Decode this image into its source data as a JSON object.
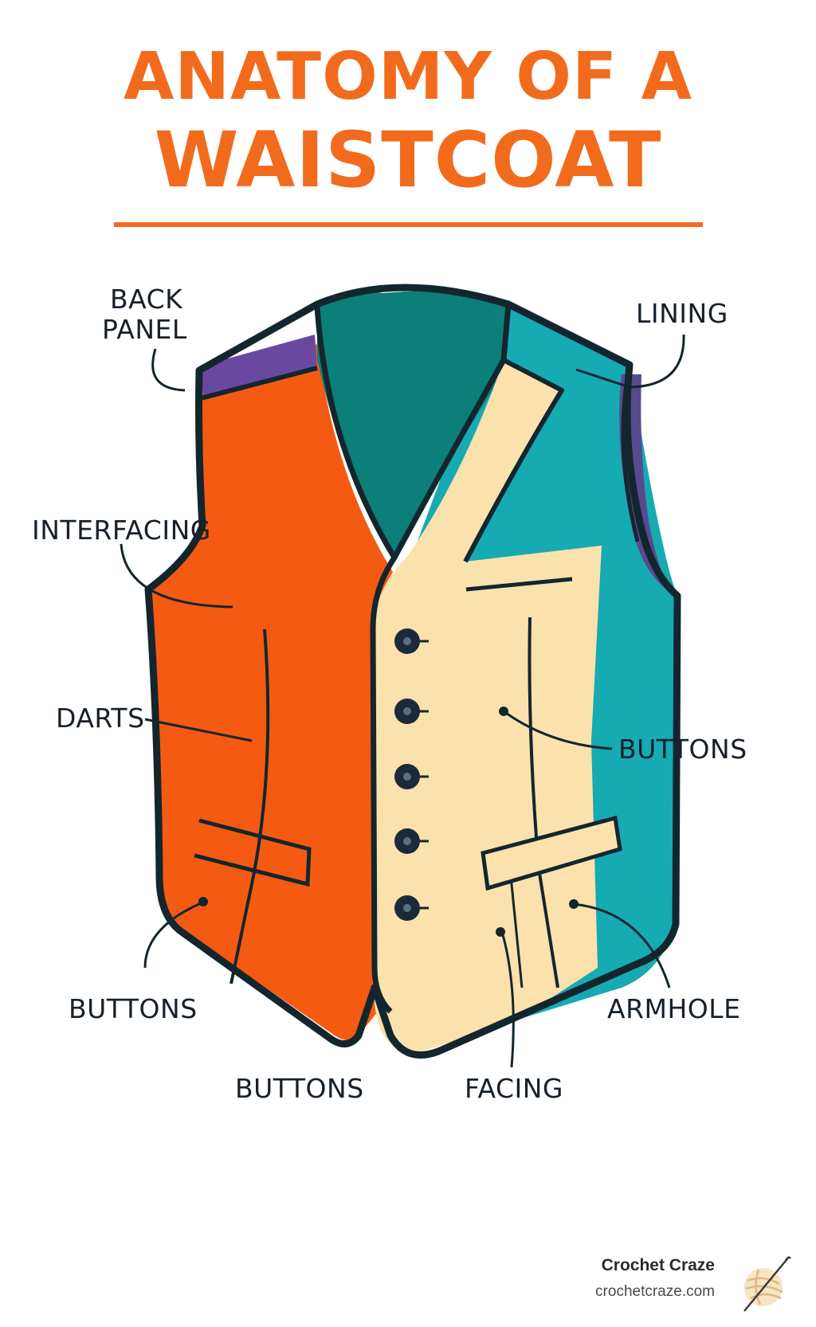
{
  "title": {
    "line1": "ANATOMY OF A",
    "line2": "WAISTCOAT"
  },
  "labels": {
    "back_panel_1": "BACK",
    "back_panel_2": "PANEL",
    "lining": "LINING",
    "interfacing": "INTERFACING",
    "darts": "DARTS",
    "buttons_right": "BUTTONS",
    "buttons_left": "BUTTONS",
    "buttons_bottom": "BUTTONS",
    "armhole": "ARMHOLE",
    "facing": "FACING"
  },
  "branding": {
    "name": "Crochet Craze",
    "url": "crochetcraze.com",
    "logo_icon": "yarn-ball-icon"
  },
  "colors": {
    "title_orange": "#f26b1d",
    "left_panel_orange": "#f45a12",
    "back_teal_dark": "#0b7f78",
    "right_teal": "#16aab3",
    "facing_cream": "#fbe1ac",
    "back_panel_purple": "#6a48a0",
    "outline": "#13262e"
  }
}
